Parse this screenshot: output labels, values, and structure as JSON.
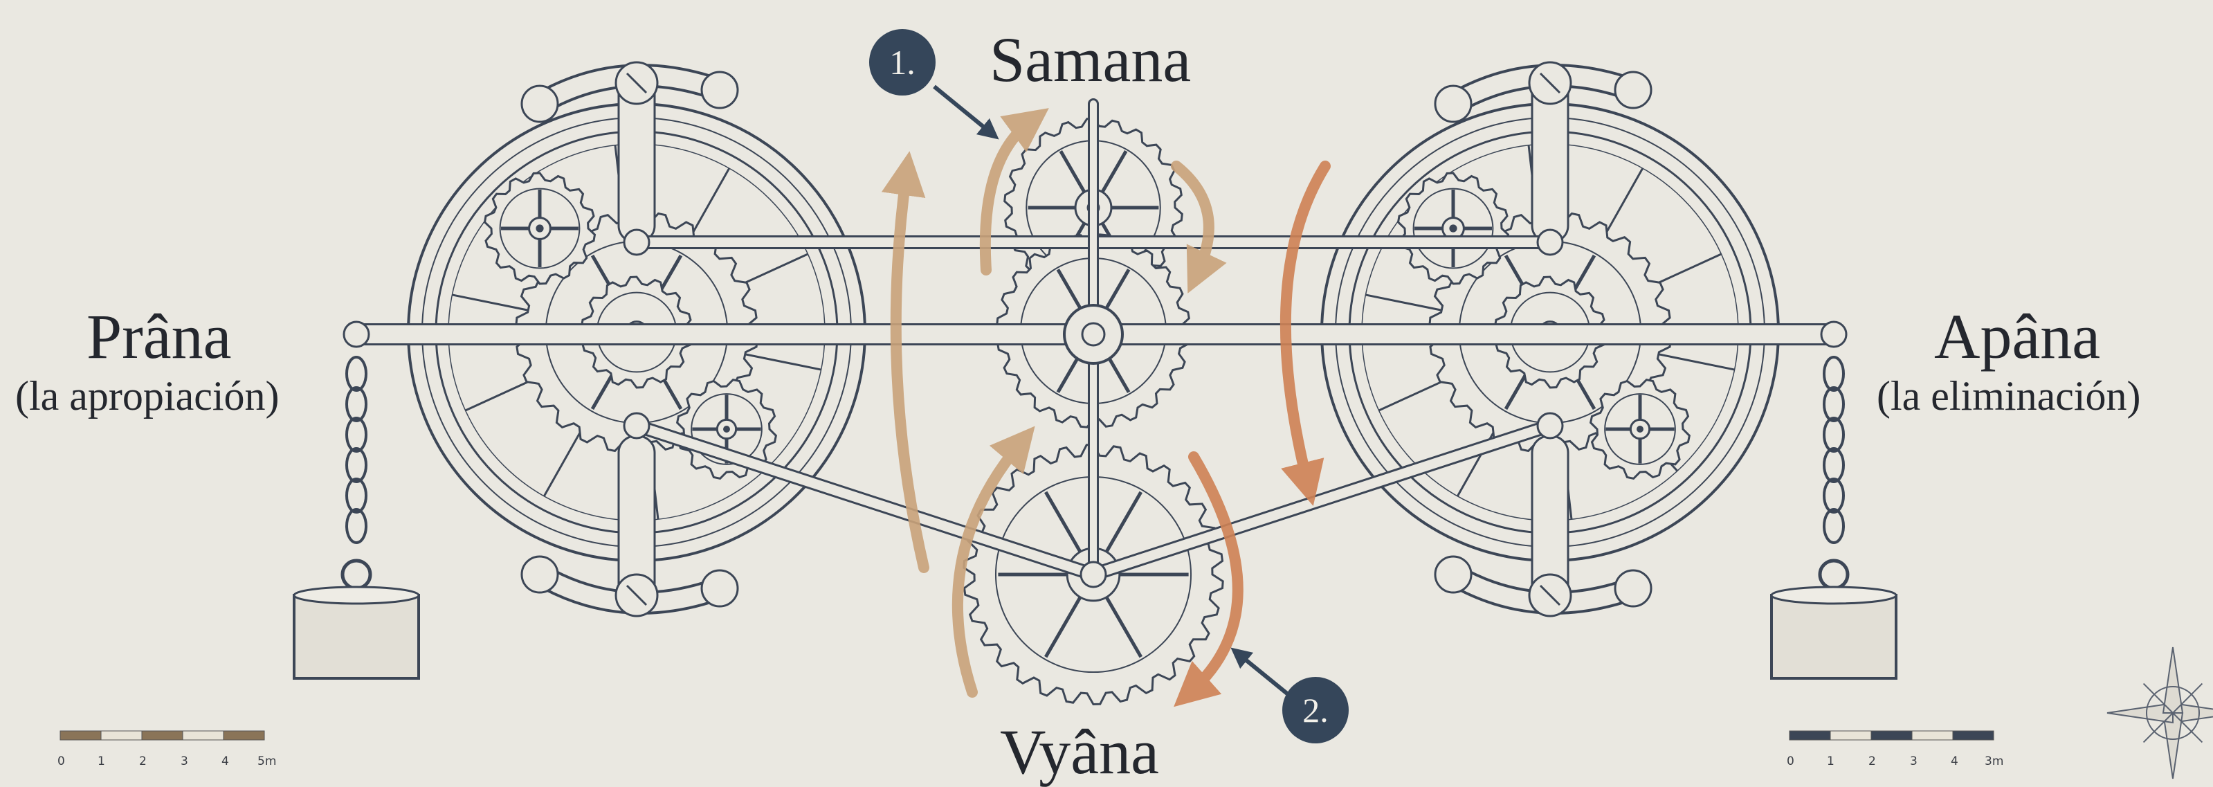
{
  "labels": {
    "samana": "Samana",
    "vyana": "Vyâna",
    "prana": "Prâna",
    "prana_sub": "(la apropiación)",
    "apana": "Apâna",
    "apana_sub": "(la eliminación)"
  },
  "callouts": {
    "one": "1.",
    "two": "2."
  },
  "scale_left": {
    "ticks": [
      "0",
      "1",
      "2",
      "3",
      "4",
      "5m"
    ]
  },
  "scale_right": {
    "ticks": [
      "0",
      "1",
      "2",
      "3",
      "4",
      "3m"
    ]
  },
  "icons": {
    "compass": "compass-rose-icon"
  },
  "colors": {
    "ink": "#3c4656",
    "paper": "#eae8e1",
    "arrow_tan": "#c9a37a",
    "arrow_orange": "#cf8255",
    "callout_fill": "#35465a"
  }
}
